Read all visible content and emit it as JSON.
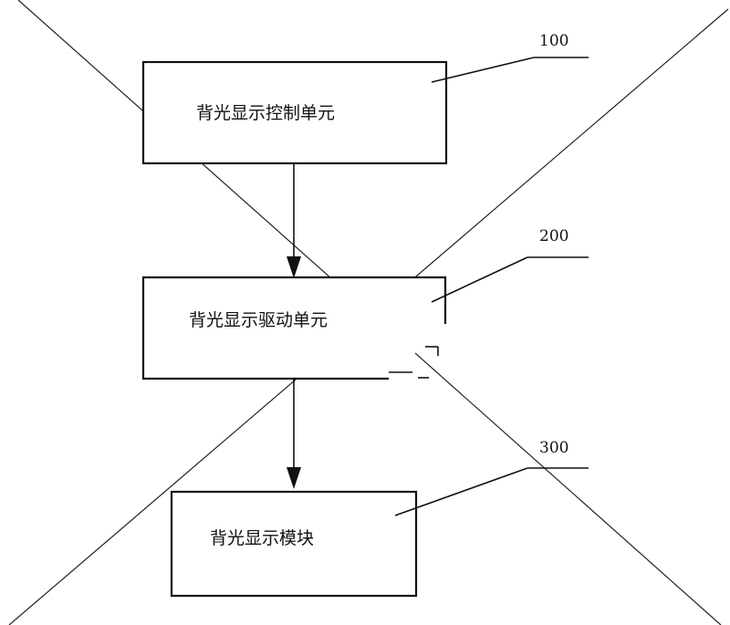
{
  "diagram": {
    "blocks": [
      {
        "id": "100",
        "label": "背光显示控制单元"
      },
      {
        "id": "200",
        "label": "背光显示驱动单元"
      },
      {
        "id": "300",
        "label": "背光显示模块"
      }
    ]
  }
}
